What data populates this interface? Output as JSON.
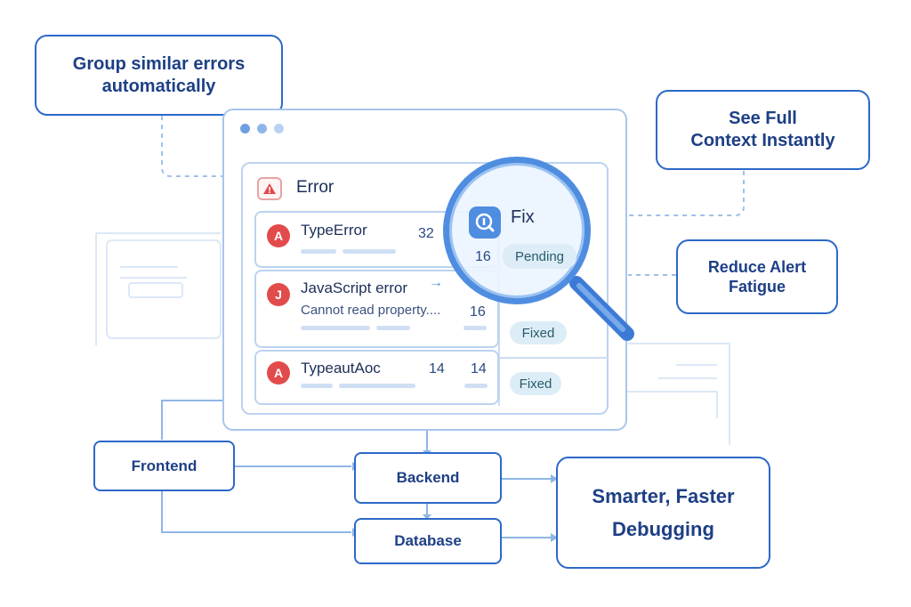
{
  "callouts": {
    "group": [
      "Group similar errors",
      "automatically"
    ],
    "context": [
      "See Full",
      "Context Instantly"
    ],
    "fatigue": [
      "Reduce Alert",
      "Fatigue"
    ],
    "smarter": [
      "Smarter, Faster",
      "Debugging"
    ]
  },
  "window": {
    "dot_colors": [
      "#6f9fe0",
      "#8fb6ea",
      "#b9d2f3"
    ]
  },
  "panel": {
    "header_icon": "warning-triangle-icon",
    "header_label": "Error",
    "errors": [
      {
        "avatar": "A",
        "title": "TypeError",
        "count": "32",
        "subtitle": ""
      },
      {
        "avatar": "J",
        "title": "JavaScript error",
        "count": "16",
        "subtitle": "Cannot read property...."
      },
      {
        "avatar": "A",
        "title": "TypeautAoc",
        "count": "14",
        "count2": "14",
        "subtitle": ""
      }
    ],
    "status": [
      "Fixed",
      "Fixed"
    ]
  },
  "magnifier": {
    "icon": "fix-badge-icon",
    "label": "Fix",
    "count": "16",
    "status": "Pending"
  },
  "flow": {
    "frontend": "Frontend",
    "backend": "Backend",
    "database": "Database"
  },
  "colors": {
    "accent": "#2c68c8",
    "navy_text": "#1d3f85",
    "avatar_red": "#e24b4b",
    "pill_bg": "#dcedf7"
  }
}
